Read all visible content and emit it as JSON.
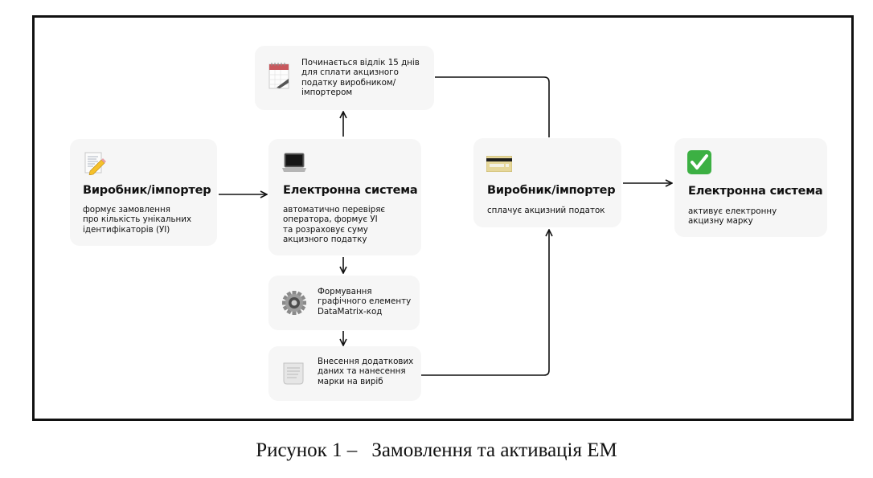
{
  "diagram": {
    "nodes": {
      "producer_order": {
        "icon": "memo-pencil-icon",
        "title": "Виробник/імпортер",
        "description": "формує замовлення\nпро кількість унікальних\nідентифікаторів (УІ)"
      },
      "system_check": {
        "icon": "laptop-icon",
        "title": "Електронна система",
        "description": "автоматично перевіряє\nоператора, формує УІ\nта розраховує суму\nакцизного податку"
      },
      "countdown": {
        "icon": "calendar-icon",
        "description": "Починається відлік 15 днів\nдля сплати акцизного\nподатку виробником/\nімпортером"
      },
      "datamatrix": {
        "icon": "gear-icon",
        "description": "Формування\nграфічного елементу\nDataMatrix-код"
      },
      "marking": {
        "icon": "document-scroll-icon",
        "description": "Внесення додаткових\nданих та нанесення\nмарки на виріб"
      },
      "producer_pay": {
        "icon": "credit-card-icon",
        "title": "Виробник/імпортер",
        "description": "сплачує акцизний податок"
      },
      "system_activate": {
        "icon": "check-mark-icon",
        "title": "Електронна система",
        "description": "активує електронну\nакцизну марку"
      }
    },
    "edges": [
      {
        "from": "producer_order",
        "to": "system_check"
      },
      {
        "from": "system_check",
        "to": "countdown"
      },
      {
        "from": "system_check",
        "to": "datamatrix"
      },
      {
        "from": "datamatrix",
        "to": "marking"
      },
      {
        "from": "countdown",
        "to": "producer_pay"
      },
      {
        "from": "marking",
        "to": "producer_pay"
      },
      {
        "from": "producer_pay",
        "to": "system_activate"
      }
    ],
    "colors": {
      "card_background": "#f6f6f6",
      "line": "#111111",
      "check_green": "#3cb043"
    }
  },
  "caption": {
    "label": "Рисунок 1 –",
    "text": "Замовлення та активація ЕМ"
  }
}
